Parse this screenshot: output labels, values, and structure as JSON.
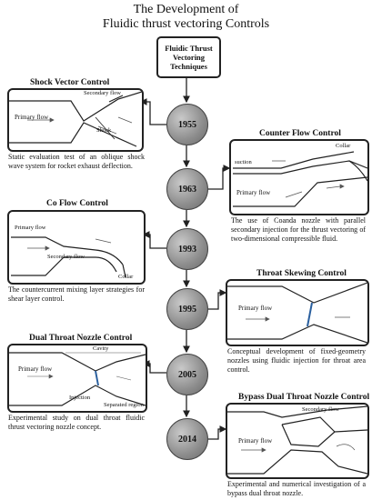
{
  "title_line1": "The Development of",
  "title_line2": "Fluidic thrust vectoring Controls",
  "root": "Fluidic Thrust\nVectoring\nTechniques",
  "years": [
    "1955",
    "1963",
    "1993",
    "1995",
    "2005",
    "2014"
  ],
  "panels": {
    "shock": {
      "title": "Shock Vector Control",
      "labels": {
        "secondary": "Secondary flow",
        "primary": "Primary flow",
        "shock": "Shock"
      },
      "desc": "Static evaluation test of an oblique shock wave system for rocket exhaust deflection."
    },
    "counter": {
      "title": "Counter Flow Control",
      "labels": {
        "collar": "Collar",
        "suction": "suction",
        "primary": "Primary flow"
      },
      "desc": "The use of Coanda nozzle with parallel secondary injection for the thrust vectoring of two-dimensional compressible fluid."
    },
    "coflow": {
      "title": "Co Flow Control",
      "labels": {
        "primary": "Primary flow",
        "secondary": "Secondary flow",
        "collar": "Collar"
      },
      "desc": "The countercurrent mixing layer strategies for shear layer control."
    },
    "skew": {
      "title": "Throat Skewing Control",
      "labels": {
        "primary": "Primary flow"
      },
      "desc": "Conceptual development of fixed-geometry nozzles using fluidic injection for throat area control."
    },
    "dual": {
      "title": "Dual Throat Nozzle Control",
      "labels": {
        "cavity": "Cavity",
        "primary": "Primary flow",
        "injection": "Injection",
        "separated": "Separated region"
      },
      "desc": "Experimental study on dual throat fluidic thrust vectoring nozzle concept."
    },
    "bypass": {
      "title": "Bypass Dual Throat Nozzle Control",
      "labels": {
        "secondary": "Secondary flow",
        "primary": "Primary flow"
      },
      "desc": "Experimental and numerical investigation of a bypass dual throat nozzle."
    }
  }
}
